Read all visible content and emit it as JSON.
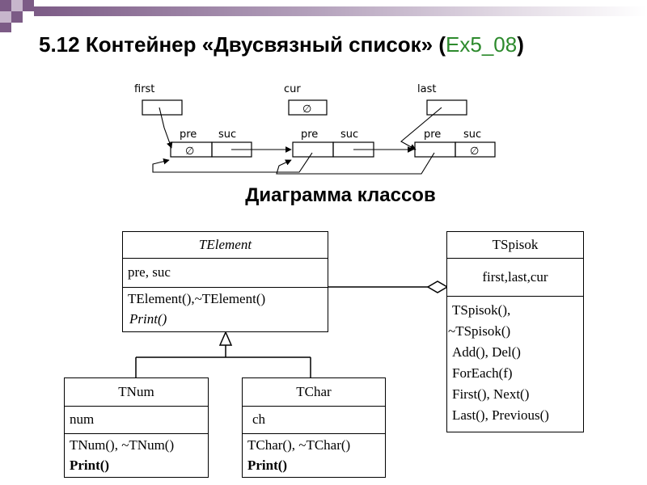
{
  "slide": {
    "title_main": "5.12 Контейнер «Двусвязный список» (",
    "title_code": "Ex5_08",
    "title_close": ")",
    "subtitle": "Диаграмма классов"
  },
  "list_diagram": {
    "first": "first",
    "cur": "cur",
    "last": "last",
    "pre": "pre",
    "suc": "suc",
    "null_symbol": "∅"
  },
  "classes": {
    "telement": {
      "name": "TElement",
      "attributes": "pre, suc",
      "method1": "TElement(),~TElement()",
      "method2": "Print()"
    },
    "tspisok": {
      "name": "TSpisok",
      "attributes": "first,last,cur",
      "methods": [
        "TSpisok(),",
        "~TSpisok()",
        "Add(),  Del()",
        "ForEach(f)",
        "First(),  Next()",
        "Last(), Previous()"
      ]
    },
    "tnum": {
      "name": "TNum",
      "attributes": "num",
      "method1": "TNum(),  ~TNum()",
      "method2": "Print()"
    },
    "tchar": {
      "name": "TChar",
      "attributes": "ch",
      "method1": "TChar(),  ~TChar()",
      "method2": "Print()"
    }
  }
}
